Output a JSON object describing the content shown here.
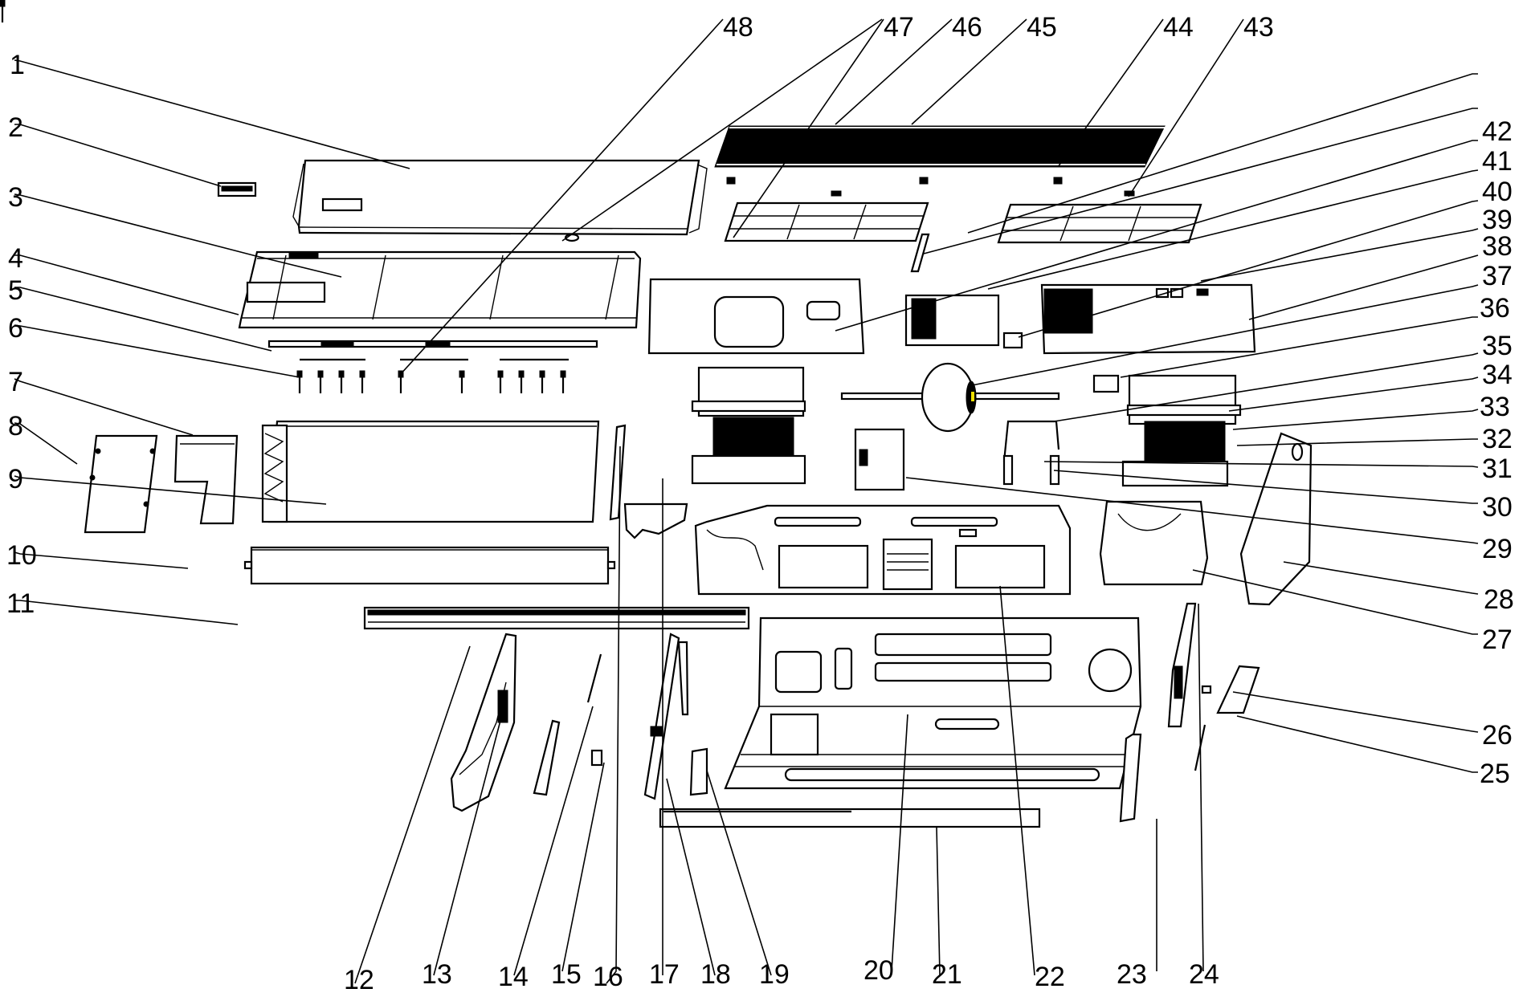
{
  "diagram": {
    "title": "",
    "type": "exploded-parts-view",
    "subject": "indoor air conditioner unit",
    "callouts": [
      {
        "id": "1",
        "label": "1"
      },
      {
        "id": "2",
        "label": "2"
      },
      {
        "id": "3",
        "label": "3"
      },
      {
        "id": "4",
        "label": "4"
      },
      {
        "id": "5",
        "label": "5"
      },
      {
        "id": "6",
        "label": "6"
      },
      {
        "id": "7",
        "label": "7"
      },
      {
        "id": "8",
        "label": "8"
      },
      {
        "id": "9",
        "label": "9"
      },
      {
        "id": "10",
        "label": "10"
      },
      {
        "id": "11",
        "label": "11"
      },
      {
        "id": "12",
        "label": "12"
      },
      {
        "id": "13",
        "label": "13"
      },
      {
        "id": "14",
        "label": "14"
      },
      {
        "id": "15",
        "label": "15"
      },
      {
        "id": "16",
        "label": "16"
      },
      {
        "id": "17",
        "label": "17"
      },
      {
        "id": "18",
        "label": "18"
      },
      {
        "id": "19",
        "label": "19"
      },
      {
        "id": "20",
        "label": "20"
      },
      {
        "id": "21",
        "label": "21"
      },
      {
        "id": "22",
        "label": "22"
      },
      {
        "id": "23",
        "label": "23"
      },
      {
        "id": "24",
        "label": "24"
      },
      {
        "id": "25",
        "label": "25"
      },
      {
        "id": "26",
        "label": "26"
      },
      {
        "id": "27",
        "label": "27"
      },
      {
        "id": "28",
        "label": "28"
      },
      {
        "id": "29",
        "label": "29"
      },
      {
        "id": "30",
        "label": "30"
      },
      {
        "id": "31",
        "label": "31"
      },
      {
        "id": "32",
        "label": "32"
      },
      {
        "id": "33",
        "label": "33"
      },
      {
        "id": "34",
        "label": "34"
      },
      {
        "id": "35",
        "label": "35"
      },
      {
        "id": "36",
        "label": "36"
      },
      {
        "id": "37",
        "label": "37"
      },
      {
        "id": "38",
        "label": "38"
      },
      {
        "id": "39",
        "label": "39"
      },
      {
        "id": "40",
        "label": "40"
      },
      {
        "id": "41",
        "label": "41"
      },
      {
        "id": "42",
        "label": "42"
      },
      {
        "id": "43",
        "label": "43"
      },
      {
        "id": "44",
        "label": "44"
      },
      {
        "id": "45",
        "label": "45"
      },
      {
        "id": "46",
        "label": "46"
      },
      {
        "id": "47",
        "label": "47"
      },
      {
        "id": "48",
        "label": "48"
      }
    ]
  }
}
